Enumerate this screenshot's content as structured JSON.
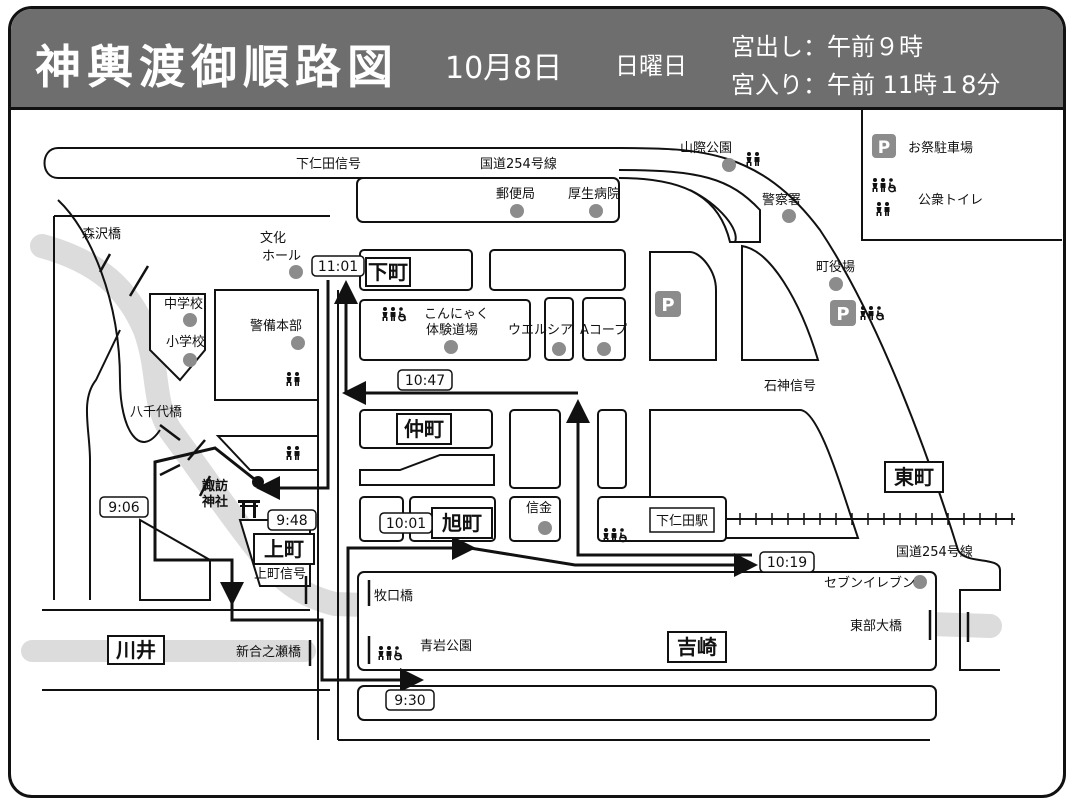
{
  "header": {
    "title": "神輿渡御順路図",
    "date": "10月8日",
    "weekday": "日曜日",
    "departure": "宮出し：午前９時",
    "arrival": "宮入り：午前 11時１8分"
  },
  "legend": {
    "parking": "お祭駐車場",
    "toilet": "公衆トイレ"
  },
  "towns": {
    "shimomachi": "下町",
    "nakamachi": "仲町",
    "asahimachi": "旭町",
    "kamimachi": "上町",
    "higashimachi": "東町",
    "yoshizaki": "吉崎",
    "kawai": "川井"
  },
  "times": {
    "t1": "9:06",
    "t2": "9:30",
    "t3": "9:48",
    "t4": "10:01",
    "t5": "10:19",
    "t6": "10:47",
    "t7": "11:01"
  },
  "places": {
    "shimonita_signal": "下仁田信号",
    "route254_top": "国道254号線",
    "post_office": "郵便局",
    "hospital": "厚生病院",
    "yamagiwa_park": "山際公園",
    "police": "警察署",
    "town_hall": "町役場",
    "culture_hall_1": "文化",
    "culture_hall_2": "ホール",
    "morisawa_bridge": "森沢橋",
    "junior_high": "中学校",
    "elementary": "小学校",
    "security_hq": "警備本部",
    "konnyaku_1": "こんにゃく",
    "konnyaku_2": "体験道場",
    "welcia": "ウエルシア",
    "acoop": "Aコープ",
    "ishigami_signal": "石神信号",
    "hacchiyo_bridge": "八千代橋",
    "suwa_shrine_1": "諏訪",
    "suwa_shrine_2": "神社",
    "shinkin": "信金",
    "shimonita_station": "下仁田駅",
    "route254_right": "国道254号線",
    "kamimachi_signal": "上町信号",
    "makiguchi_bridge": "牧口橋",
    "seven_eleven": "セブンイレブン",
    "tobu_bridge": "東部大橋",
    "seigan_park": "青岩公園",
    "shinai_bridge": "新合之瀬橋"
  },
  "colors": {
    "header_bg": "#6e6e6e",
    "river": "#dcdcdc",
    "parking_bg": "#8c8c8c",
    "poi_dot": "#8c8c8c"
  },
  "icons": {
    "parking": "parking-icon",
    "toilet": "toilet-icon",
    "toilet_accessible": "accessible-toilet-icon",
    "shrine": "torii-icon",
    "landmark": "landmark-dot-icon"
  }
}
